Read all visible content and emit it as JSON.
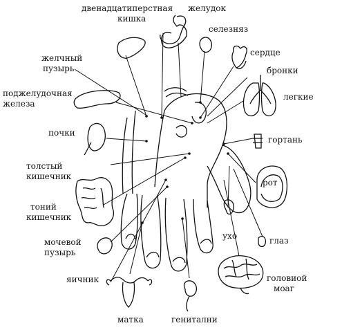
{
  "labels": {
    "duodenum_1": "двенадцатиперстная",
    "duodenum_2": "кишка",
    "stomach": "желудок",
    "spleen": "селезняз",
    "gallbladder_1": "желчный",
    "gallbladder_2": "пузырь",
    "heart": "сердце",
    "bronchi": "бронки",
    "pancreas_1": "поджелудочная",
    "pancreas_2": "железа",
    "lungs": "легкие",
    "kidneys": "почки",
    "larynx": "гортань",
    "large_intestine_1": "толстый",
    "large_intestine_2": "кишечник",
    "mouth": "рот",
    "small_intestine_1": "тоний",
    "small_intestine_2": "кишечник",
    "bladder_1": "мочевой",
    "bladder_2": "пузырь",
    "ear": "ухо",
    "eye": "глаз",
    "ovary": "яичник",
    "brain_1": "головиой",
    "brain_2": "моаг",
    "uterus": "матка",
    "genitals": "генитални"
  },
  "colors": {
    "ink": "#111111",
    "background": "#ffffff"
  }
}
